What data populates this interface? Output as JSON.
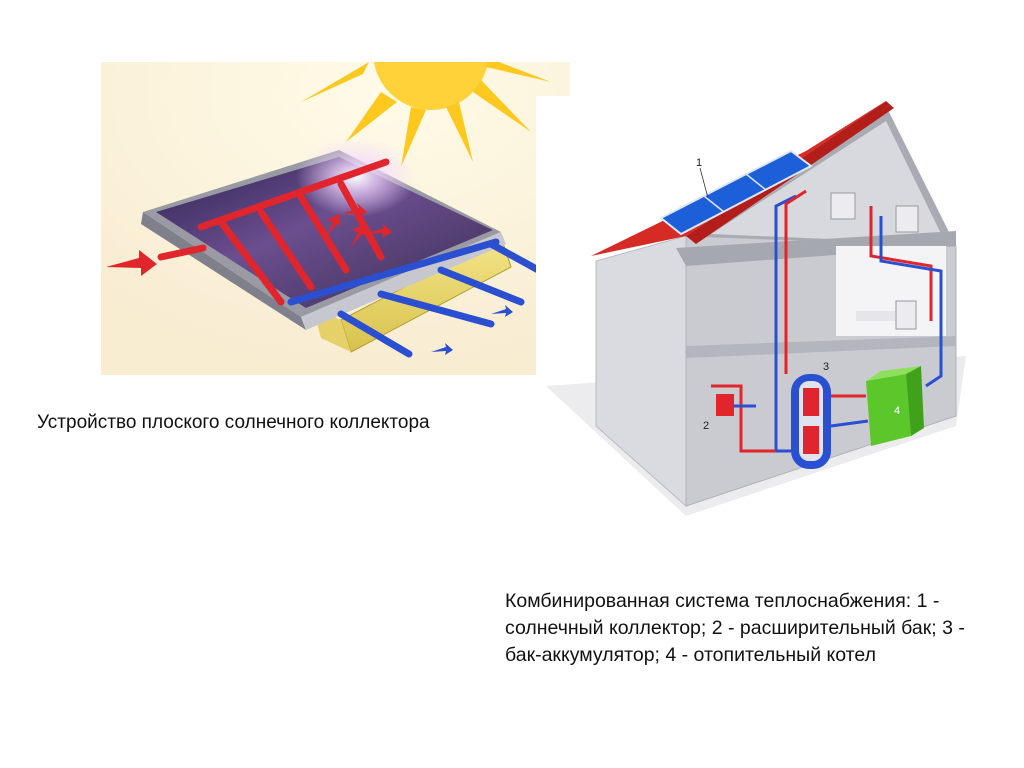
{
  "slide": {
    "collector_caption": "Устройство плоского солнечного коллектора",
    "house_caption": "Комбинированная система теплоснабжения: 1 - солнечный коллектор; 2 - расширительный бак; 3 - бак-аккумулятор; 4 - отопительный котел"
  },
  "house_labels": {
    "collector": "1",
    "expansion_tank": "2",
    "storage_tank": "3",
    "boiler": "4"
  },
  "colors": {
    "hot_pipe": "#e0262c",
    "cold_pipe": "#2a4fd0",
    "roof": "#d62a24",
    "boiler": "#5cc72a",
    "background_warm": "#fbf1da"
  }
}
